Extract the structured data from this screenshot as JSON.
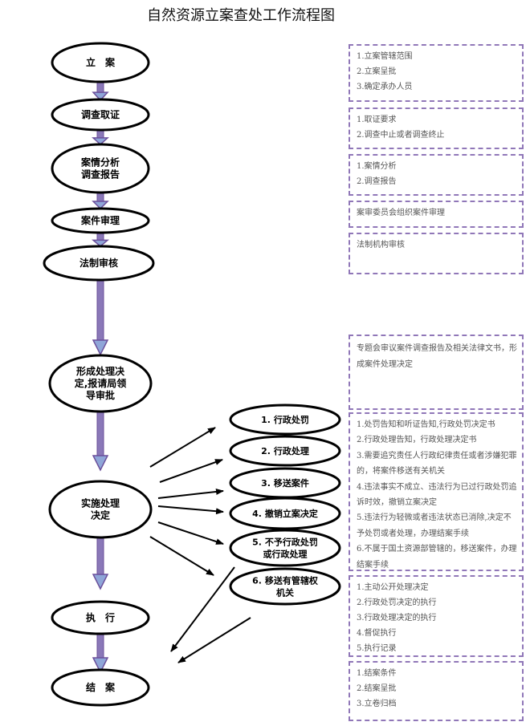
{
  "title": "自然资源立案查处工作流程图",
  "colors": {
    "arrow_fill": "#8a78b8",
    "arrow_border": "#6b4f9a",
    "arrow_head": "#8fa6d8",
    "box_border": "#9077b8"
  },
  "main_flow": [
    {
      "lines": [
        "立　案"
      ]
    },
    {
      "lines": [
        "调查取证"
      ]
    },
    {
      "lines": [
        "案情分析",
        "调查报告"
      ]
    },
    {
      "lines": [
        "案件审理"
      ]
    },
    {
      "lines": [
        "法制审核"
      ]
    },
    {
      "lines": [
        "形成处理决",
        "定,报请局领",
        "导审批"
      ]
    },
    {
      "lines": [
        "实施处理",
        "决定"
      ]
    },
    {
      "lines": [
        "执　行"
      ]
    },
    {
      "lines": [
        "结　案"
      ]
    }
  ],
  "outcomes": [
    {
      "lines": [
        "1. 行政处罚"
      ]
    },
    {
      "lines": [
        "2. 行政处理"
      ]
    },
    {
      "lines": [
        "3. 移送案件"
      ]
    },
    {
      "lines": [
        "4. 撤销立案决定"
      ]
    },
    {
      "lines": [
        "5. 不予行政处罚",
        "或行政处理"
      ]
    },
    {
      "lines": [
        "6. 移送有管辖权",
        "机关"
      ]
    }
  ],
  "notes": [
    {
      "items": [
        "1.立案管辖范围",
        "2.立案呈批",
        "3.确定承办人员"
      ]
    },
    {
      "items": [
        "1.取证要求",
        "2.调查中止或者调查终止"
      ]
    },
    {
      "items": [
        "1.案情分析",
        "2.调查报告"
      ]
    },
    {
      "items": [
        "案审委员会组织案件审理"
      ]
    },
    {
      "items": [
        "法制机构审核"
      ]
    },
    {
      "items": [
        "专题会审议案件调查报告及相关法律文书，形成案件处理决定"
      ]
    },
    {
      "items": [
        "1.处罚告知和听证告知,行政处罚决定书",
        "2.行政处理告知，行政处理决定书",
        "3.需要追究责任人行政纪律责任或者涉嫌犯罪的，将案件移送有关机关",
        "4.违法事实不成立、违法行为已过行政处罚追诉时效，撤销立案决定",
        "5.违法行为轻微或者违法状态已消除,决定不予处罚或者处理，办理结案手续",
        "6.不属于国土资源部管辖的，移送案件，办理结案手续"
      ]
    },
    {
      "items": [
        "1.主动公开处理决定",
        "2.行政处罚决定的执行",
        "3.行政处理决定的执行",
        "4.督促执行",
        "5.执行记录"
      ]
    },
    {
      "items": [
        "1.结案条件",
        "2.结案呈批",
        "3.立卷归档"
      ]
    }
  ]
}
